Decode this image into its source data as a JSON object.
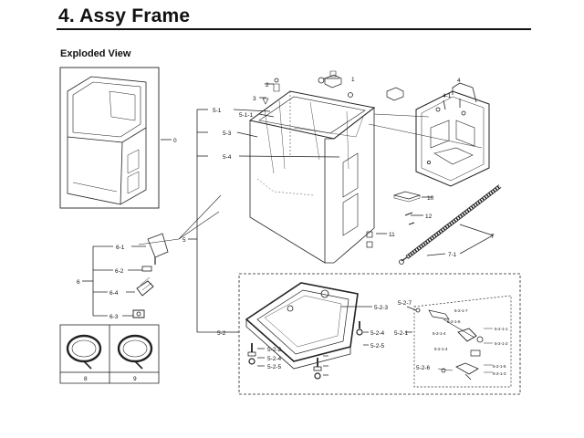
{
  "heading": "4.  Assy Frame",
  "subheading": "Exploded View",
  "callouts": {
    "c0": "0",
    "c1": "1",
    "c2": "2",
    "c3": "3",
    "c4": "4",
    "c4_1": "4-1",
    "c5": "5",
    "c5_1": "5-1",
    "c5_1_1": "5-1-1",
    "c5_3": "5-3",
    "c5_4": "5-4",
    "c6": "6",
    "c6_1": "6-1",
    "c6_2": "6-2",
    "c6_3": "6-3",
    "c6_4": "6-4",
    "c7": "7",
    "c7_1": "7-1",
    "c8": "8",
    "c9": "9",
    "c10": "10",
    "c11": "11",
    "c12": "12",
    "c5_2": "5-2",
    "c5_2_1": "5-2-1",
    "c5_2_2": "5-2-2",
    "c5_2_3": "5-2-3",
    "c5_2_4a": "5-2-4",
    "c5_2_4b": "5-2-4",
    "c5_2_5a": "5-2-5",
    "c5_2_5b": "5-2-5",
    "c5_2_6": "5-2-6",
    "c5_2_7": "5-2-7",
    "c5_2_1_1": "5-2-1-1",
    "c5_2_1_2": "5-2-1-2",
    "c5_2_1_3": "5-2-1-3",
    "c5_2_1_4a": "5-2-1-4",
    "c5_2_1_4b": "5-2-1-4",
    "c5_2_1_5": "5-2-1-5",
    "c5_2_1_6": "5-2-1-6",
    "c5_2_1_7": "5-2-1-7"
  }
}
